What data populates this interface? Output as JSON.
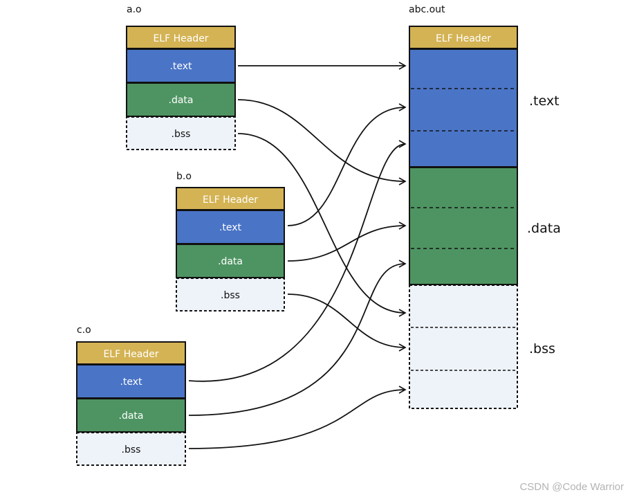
{
  "files": [
    {
      "name": "a.o",
      "header": "ELF Header",
      "text": ".text",
      "data": ".data",
      "bss": ".bss"
    },
    {
      "name": "b.o",
      "header": "ELF Header",
      "text": ".text",
      "data": ".data",
      "bss": ".bss"
    },
    {
      "name": "c.o",
      "header": "ELF Header",
      "text": ".text",
      "data": ".data",
      "bss": ".bss"
    }
  ],
  "output": {
    "name": "abc.out",
    "header": "ELF Header",
    "labels": {
      "text": ".text",
      "data": ".data",
      "bss": ".bss"
    }
  },
  "colors": {
    "header": "#D4B354",
    "text": "#4A74C6",
    "data": "#4E9462",
    "bss": "#EEF3FA",
    "border": "#111111"
  },
  "watermark": "CSDN @Code Warrior"
}
